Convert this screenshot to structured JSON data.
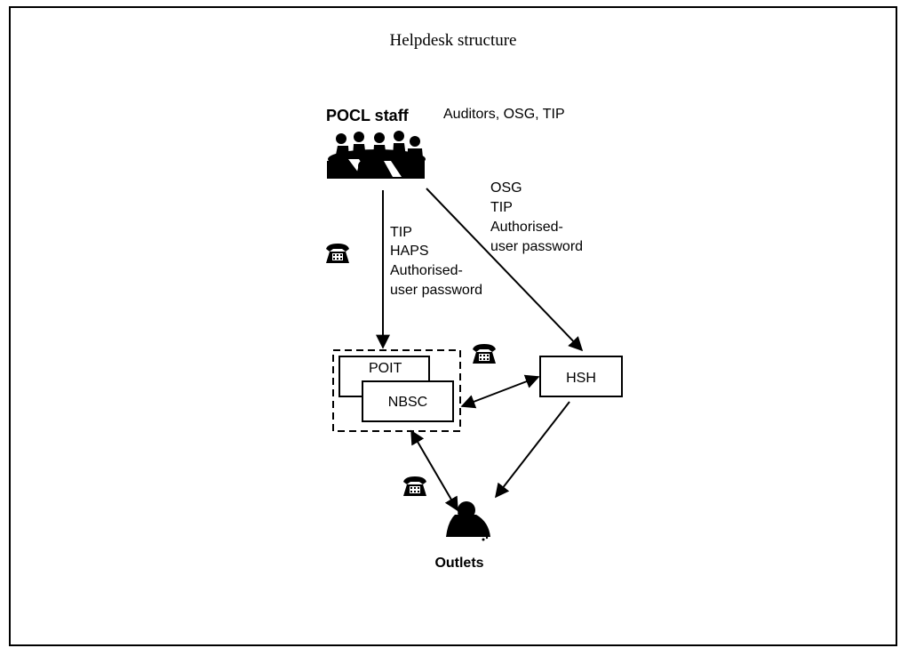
{
  "title": "Helpdesk structure",
  "pocl": {
    "label": "POCL staff",
    "sublabel": "Auditors, OSG, TIP"
  },
  "left_edge": {
    "lines": [
      "TIP",
      "HAPS",
      "Authorised-",
      "user password"
    ]
  },
  "right_edge": {
    "lines": [
      "OSG",
      "TIP",
      "Authorised-",
      "user password"
    ]
  },
  "nodes": {
    "poit": "POIT",
    "nbsc": "NBSC",
    "hsh": "HSH"
  },
  "outlets": {
    "label": "Outlets"
  },
  "icons": {
    "people": "meeting-people-icon",
    "phone": "telephone-icon",
    "person": "person-on-phone-icon"
  }
}
